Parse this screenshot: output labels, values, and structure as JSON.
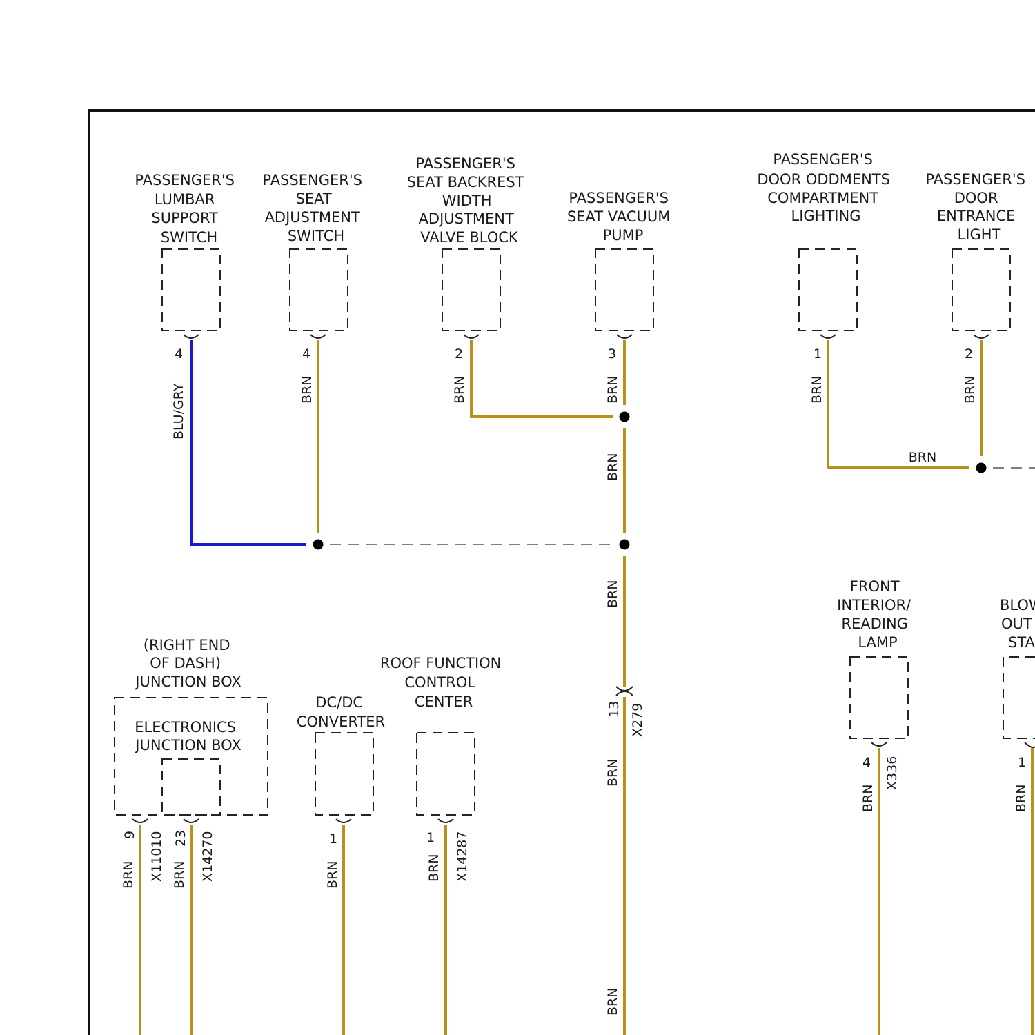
{
  "components": {
    "lumbar_switch": {
      "lines": [
        "PASSENGER'S",
        "LUMBAR",
        "SUPPORT",
        "SWITCH"
      ],
      "pin": "4",
      "wire": "BLU/GRY"
    },
    "seat_adj_switch": {
      "lines": [
        "PASSENGER'S",
        "SEAT",
        "ADJUSTMENT",
        "SWITCH"
      ],
      "pin": "4",
      "wire": "BRN"
    },
    "backrest_valve": {
      "lines": [
        "PASSENGER'S",
        "SEAT BACKREST",
        "WIDTH",
        "ADJUSTMENT",
        "VALVE BLOCK"
      ],
      "pin": "2",
      "wire": "BRN"
    },
    "vacuum_pump": {
      "lines": [
        "PASSENGER'S",
        "SEAT VACUUM",
        "PUMP"
      ],
      "pin": "3",
      "wire": "BRN"
    },
    "oddments_light": {
      "lines": [
        "PASSENGER'S",
        "DOOR ODDMENTS",
        "COMPARTMENT",
        "LIGHTING"
      ],
      "pin": "1",
      "wire": "BRN"
    },
    "entrance_light": {
      "lines": [
        "PASSENGER'S",
        "DOOR",
        "ENTRANCE",
        "LIGHT"
      ],
      "pin": "2",
      "wire": "BRN"
    },
    "junction_box": {
      "outer_lines": [
        "(RIGHT END",
        "OF DASH)",
        "JUNCTION BOX"
      ],
      "inner_lines": [
        "ELECTRONICS",
        "JUNCTION BOX"
      ],
      "pin_a": "9",
      "connector_a": "X11010",
      "wire_a": "BRN",
      "pin_b": "23",
      "connector_b": "X14270",
      "wire_b": "BRN"
    },
    "dcdc_converter": {
      "lines": [
        "DC/DC",
        "CONVERTER"
      ],
      "pin": "1",
      "wire": "BRN"
    },
    "roof_function": {
      "lines": [
        "ROOF FUNCTION",
        "CONTROL",
        "CENTER"
      ],
      "pin": "1",
      "connector": "X14287",
      "wire": "BRN"
    },
    "reading_lamp": {
      "lines": [
        "FRONT",
        "INTERIOR/",
        "READING",
        "LAMP"
      ],
      "pin": "4",
      "connector": "X336",
      "wire": "BRN"
    },
    "blower_stage": {
      "lines": [
        "BLOW",
        "OUT",
        "STA"
      ],
      "pin": "1",
      "wire": "BRN"
    }
  },
  "wires": {
    "vacuum_trunk_1": "BRN",
    "vacuum_trunk_2": "BRN",
    "door_bus": "BRN",
    "main_trunk_upper": "BRN",
    "main_trunk_lower": "BRN"
  },
  "inline_connector": {
    "pin": "13",
    "name": "X279"
  },
  "colors": {
    "brown_wire": "#b8901a",
    "blue_wire": "#1a1acc",
    "frame": "#111111"
  }
}
